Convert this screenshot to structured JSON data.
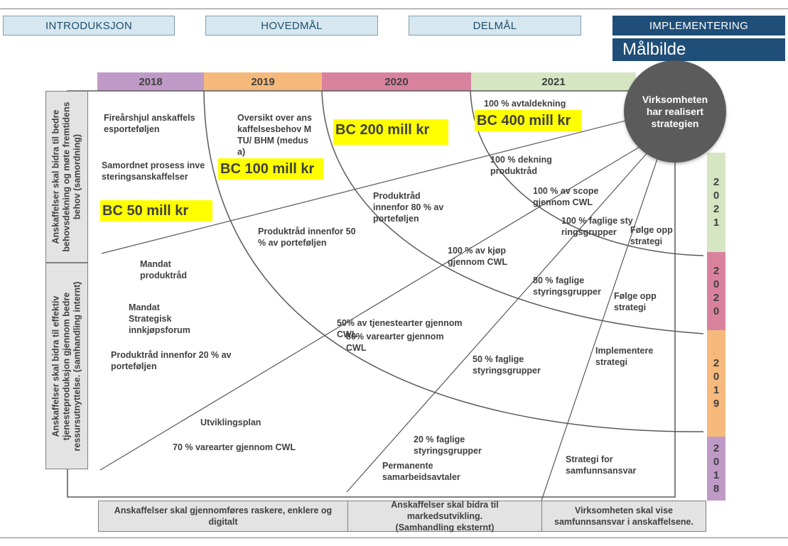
{
  "nav": {
    "tabs": [
      {
        "label": "INTRODUKSJON"
      },
      {
        "label": "HOVEDMÅL"
      },
      {
        "label": "DELMÅL"
      },
      {
        "label": "IMPLEMENTERING"
      }
    ],
    "title": "Målbilde"
  },
  "years_top": [
    "2018",
    "2019",
    "2020",
    "2021"
  ],
  "years_side": {
    "y2021": "2\n0\n2\n1",
    "y2020": "2\n0\n2\n0",
    "y2019": "2\n0\n1\n9",
    "y2018": "2\n0\n1\n8"
  },
  "colors": {
    "y2018": "#c09ac7",
    "y2019": "#f6b97c",
    "y2020": "#d9829e",
    "y2021": "#d6e6c2",
    "nav_active": "#1f4e78",
    "nav_plain": "#d6e7ef",
    "highlight": "#ffff00",
    "goal_circle": "#5b5b5b"
  },
  "goal_circle": "Virksomheten har realisert strategien",
  "side_labels": {
    "top": "Anskaffelser skal bidra til bedre behovsdekning og møte fremtidens behov (samordning)",
    "bottom": "Anskaffelser skal bidra til effektiv tjenesteproduksjon gjennom bedre ressursutnyttelse. (samhandling internt)"
  },
  "bottom_boxes": [
    "Anskaffelser skal gjennomføres raskere, enklere og digitalt",
    "Anskaffelser skal bidra til markedsutvikling. (Samhandling eksternt)",
    "Virksomheten skal vise samfunnsansvar i anskaffelsene."
  ],
  "bc": {
    "b50": "BC 50 mill kr",
    "b100": "BC 100 mill kr",
    "b200": "BC 200 mill kr",
    "b400": "BC 400 mill kr"
  },
  "labels": {
    "firearshjul": "Fireårshjul anskaffelsesporteføljen",
    "samordnet": "Samordnet prosess investeringsanskaffelser",
    "oversikt": "Oversikt over anskaffelsesbehov MTU/ BHM (medusa)",
    "avtaldekning": "100 % avtaldekning",
    "dekning_produktrad": "100 % dekning produktråd",
    "scope_cwl": "100 % av scope gjennom CWL",
    "faglige100": "100 % faglige styringsgrupper",
    "folge2021": "Følge opp strategi",
    "produktrad80": "Produktråd innenfor 80 % av porteføljen",
    "produktrad50": "Produktråd innenfor 50 % av porteføljen",
    "mandat_produktrad": "Mandat produktråd",
    "mandat_forum": "Mandat Strategisk innkjøpsforum",
    "produktrad20": "Produktråd innenfor 20 % av porteføljen",
    "kjop_cwl": "100 % av kjøp gjennom CWL",
    "faglige80": "80 % faglige styringsgrupper",
    "folge2020": "Følge opp strategi",
    "tjenester50": "50% av tjenestearter gjennom CWL",
    "varer80": "80% varearter gjennom CWL",
    "faglige50": "50 % faglige styringsgrupper",
    "implementere": "Implementere strategi",
    "utviklingsplan": "Utviklingsplan",
    "varer70": "70 % varearter gjennom CWL",
    "faglige20": "20 % faglige styringsgrupper",
    "permanente": "Permanente samarbeidsavtaler",
    "strategi_samfunn": "Strategi for samfunnsansvar"
  }
}
